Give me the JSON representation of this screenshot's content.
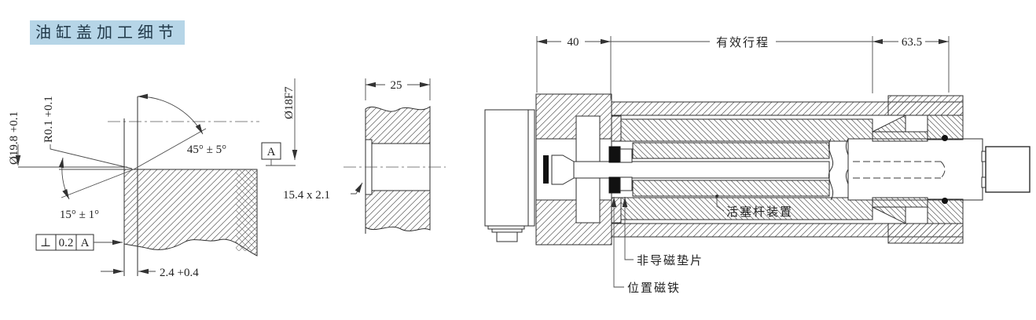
{
  "title": "油缸盖加工细节",
  "left_view": {
    "bore_dia_dim": "Ø19.8 +0.1",
    "radius_dim": "R0.1 +0.1",
    "chamfer_angle_dim": "45° ± 5°",
    "taper_angle_dim": "15° ± 1°",
    "fcf": {
      "symbol": "⊥",
      "tolerance": "0.2",
      "datum": "A"
    },
    "datum_flag": "A",
    "lip_width_dim": "2.4 +0.4",
    "fit_dia_dim": "Ø18F7"
  },
  "middle_view": {
    "width_dim": "25",
    "groove_dim": "15.4 x 2.1"
  },
  "right_view": {
    "head_length_dim": "40",
    "stroke_dim": "有效行程",
    "gland_length_dim": "63.5",
    "piston_rod_label": "活塞杆装置",
    "spacer_label": "非导磁垫片",
    "magnet_label": "位置磁铁"
  },
  "colors": {
    "line": "#2e2e2e",
    "dim_line": "#4a4a4a",
    "title_highlight": "#b6d5e7",
    "title_text": "#223a4a",
    "magnet_fill": "#111111"
  }
}
